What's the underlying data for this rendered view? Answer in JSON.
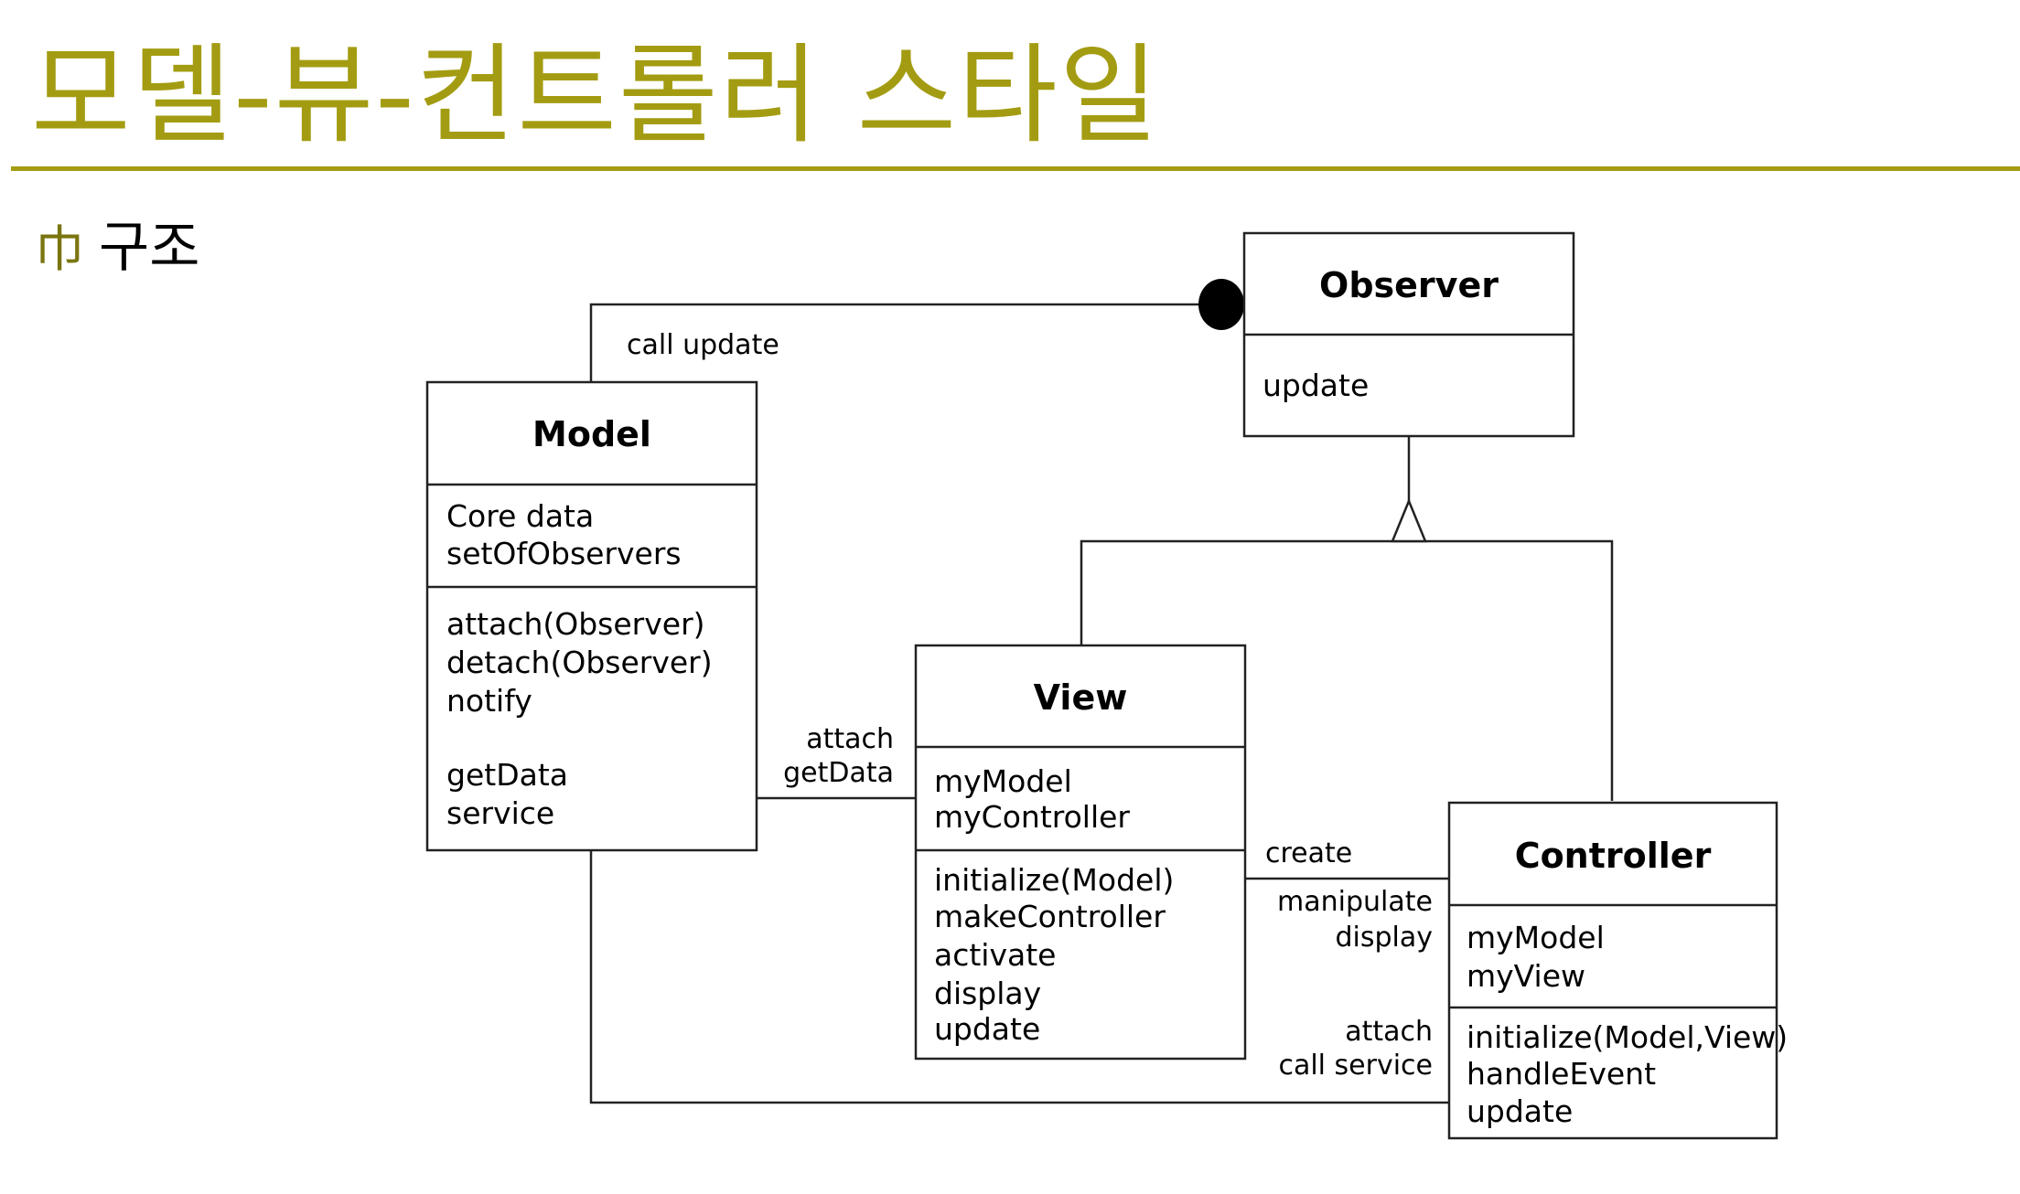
{
  "page": {
    "title": "모델-뷰-컨트롤러 스타일",
    "bullet": "巾",
    "section_label": "구조",
    "accent_color": "#a39c12"
  },
  "diagram": {
    "classes": {
      "observer": {
        "name": "Observer",
        "attributes": [],
        "operations": [
          "update"
        ]
      },
      "model": {
        "name": "Model",
        "attributes": [
          "Core data",
          "setOfObservers"
        ],
        "operations": [
          "attach(Observer)",
          "detach(Observer)",
          "notify",
          "",
          "getData",
          "service"
        ]
      },
      "view": {
        "name": "View",
        "attributes": [
          "myModel",
          "myController"
        ],
        "operations": [
          "initialize(Model)",
          "makeController",
          "activate",
          "display",
          "update"
        ]
      },
      "controller": {
        "name": "Controller",
        "attributes": [
          "myModel",
          "myView"
        ],
        "operations": [
          "initialize(Model,View)",
          "handleEvent",
          "update"
        ]
      }
    },
    "labels": {
      "call_update": "call update",
      "attach_1": "attach",
      "get_data": "getData",
      "create": "create",
      "manipulate": "manipulate",
      "display": "display",
      "attach_2": "attach",
      "call_service": "call service"
    }
  }
}
